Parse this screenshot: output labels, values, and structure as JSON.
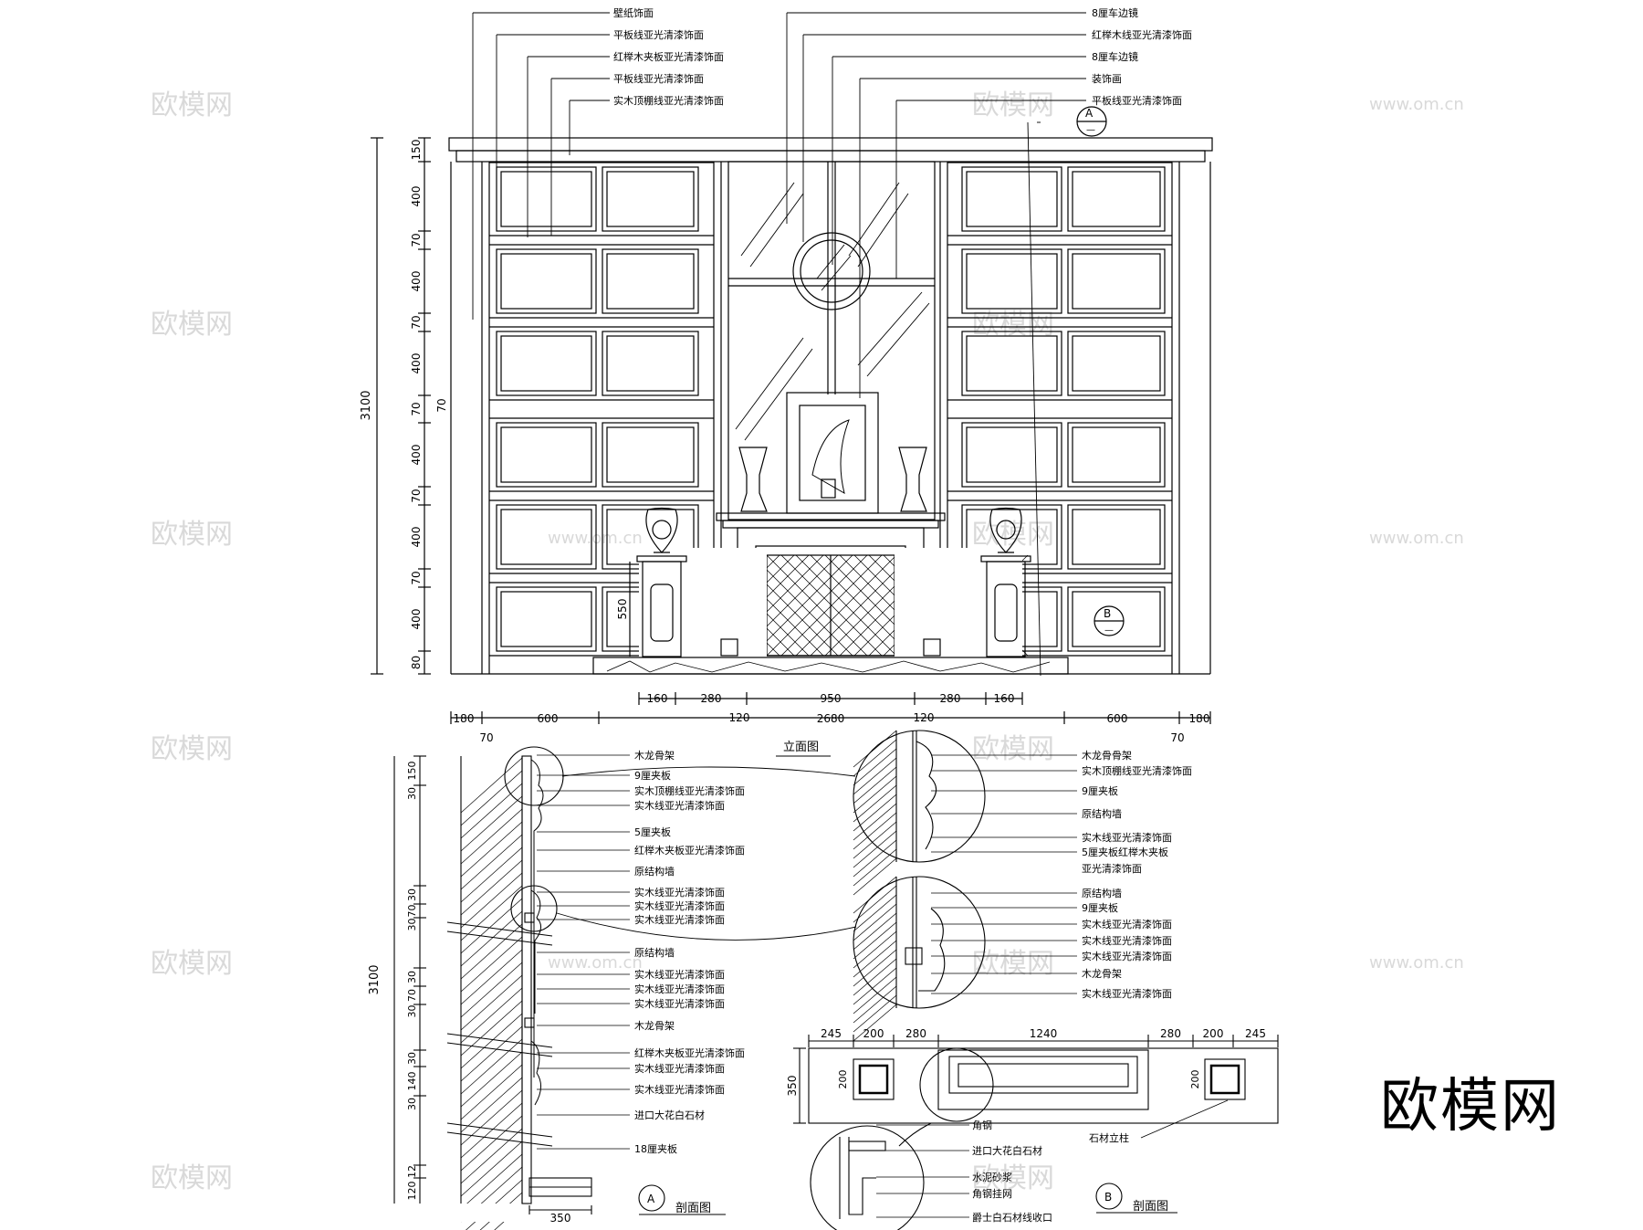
{
  "elevation": {
    "title": "立面图",
    "top_labels_left": [
      "壁纸饰面",
      "平板线亚光清漆饰面",
      "红榉木夹板亚光清漆饰面",
      "平板线亚光清漆饰面",
      "实木顶棚线亚光清漆饰面"
    ],
    "top_labels_right": [
      "8厘车边镜",
      "红榉木线亚光清漆饰面",
      "8厘车边镜",
      "装饰画",
      "平板线亚光清漆饰面"
    ],
    "section_marks": [
      {
        "letter": "A",
        "sub": "—"
      },
      {
        "letter": "B",
        "sub": "—"
      }
    ],
    "left_dims": [
      "150",
      "400",
      "70",
      "400",
      "70",
      "400",
      "70",
      "400",
      "70",
      "400",
      "70",
      "400",
      "80"
    ],
    "left_total": "3100",
    "inner_dim": "70",
    "pedestal_dim": "550",
    "bottom_row1": [
      "160",
      "280",
      "950",
      "280",
      "160"
    ],
    "bottom_row1_mid": [
      "120",
      "120"
    ],
    "bottom_row2": [
      "180",
      "600",
      "2680",
      "600",
      "180"
    ],
    "bottom_row3": [
      "70",
      "70"
    ]
  },
  "section_a": {
    "title": "剖面图",
    "mark": "A",
    "labels": [
      "木龙骨架",
      "9厘夹板",
      "实木顶棚线亚光清漆饰面",
      "实木线亚光清漆饰面",
      "5厘夹板",
      "红榉木夹板亚光清漆饰面",
      "原结构墙",
      "实木线亚光清漆饰面",
      "实木线亚光清漆饰面",
      "实木线亚光清漆饰面",
      "原结构墙",
      "实木线亚光清漆饰面",
      "实木线亚光清漆饰面",
      "实木线亚光清漆饰面",
      "木龙骨架",
      "红榉木夹板亚光清漆饰面",
      "实木线亚光清漆饰面",
      "实木线亚光清漆饰面",
      "进口大花白石材",
      "18厘夹板"
    ],
    "left_dims": [
      "150",
      "30",
      "30",
      "70",
      "30",
      "30",
      "70",
      "30",
      "30",
      "140",
      "30",
      "12",
      "120"
    ],
    "left_total": "3100",
    "bottom_dim": "350"
  },
  "detail_1": {
    "labels": [
      "木龙骨骨架",
      "实木顶棚线亚光清漆饰面",
      "9厘夹板",
      "原结构墙",
      "实木线亚光清漆饰面",
      "5厘夹板红榉木夹板",
      "亚光清漆饰面"
    ]
  },
  "detail_2": {
    "labels": [
      "原结构墙",
      "9厘夹板",
      "实木线亚光清漆饰面",
      "实木线亚光清漆饰面",
      "实木线亚光清漆饰面",
      "木龙骨架",
      "实木线亚光清漆饰面"
    ]
  },
  "section_b": {
    "title": "剖面图",
    "mark": "B",
    "top_dims": [
      "245",
      "200",
      "280",
      "1240",
      "280",
      "200",
      "245"
    ],
    "side_dim": "350",
    "inner_dims": [
      "200",
      "200"
    ],
    "stone_label": "石材立柱",
    "detail_labels": [
      "角钢",
      "进口大花白石材",
      "水泥砂浆",
      "角钢挂网",
      "爵士白石材线收口"
    ]
  },
  "watermark": {
    "text": "欧模网",
    "url": "www.om.cn",
    "logo": "欧模网"
  }
}
